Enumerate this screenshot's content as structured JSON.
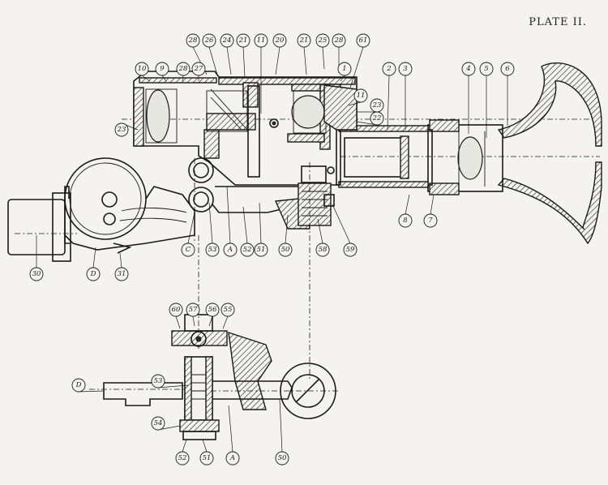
{
  "plate_title": "PLATE II.",
  "callouts": [
    {
      "id": "c28a",
      "label": "28"
    },
    {
      "id": "c26",
      "label": "26"
    },
    {
      "id": "c24",
      "label": "24"
    },
    {
      "id": "c21a",
      "label": "21"
    },
    {
      "id": "c11a",
      "label": "11"
    },
    {
      "id": "c20",
      "label": "20"
    },
    {
      "id": "c21b",
      "label": "21"
    },
    {
      "id": "c25",
      "label": "25"
    },
    {
      "id": "c28b",
      "label": "28"
    },
    {
      "id": "c61",
      "label": "61"
    },
    {
      "id": "c10",
      "label": "10"
    },
    {
      "id": "c9",
      "label": "9"
    },
    {
      "id": "c28c",
      "label": "28"
    },
    {
      "id": "c27",
      "label": "27"
    },
    {
      "id": "c1",
      "label": "1"
    },
    {
      "id": "c2",
      "label": "2"
    },
    {
      "id": "c3",
      "label": "3"
    },
    {
      "id": "c4",
      "label": "4"
    },
    {
      "id": "c5",
      "label": "5"
    },
    {
      "id": "c6",
      "label": "6"
    },
    {
      "id": "c11b",
      "label": "11"
    },
    {
      "id": "c23a",
      "label": "23"
    },
    {
      "id": "c22",
      "label": "22"
    },
    {
      "id": "c23b",
      "label": "23"
    },
    {
      "id": "c8",
      "label": "8"
    },
    {
      "id": "c7",
      "label": "7"
    },
    {
      "id": "c30",
      "label": "30"
    },
    {
      "id": "cD1",
      "label": "D"
    },
    {
      "id": "c31",
      "label": "31"
    },
    {
      "id": "cC",
      "label": "C"
    },
    {
      "id": "c53a",
      "label": "53"
    },
    {
      "id": "cA1",
      "label": "A"
    },
    {
      "id": "c52a",
      "label": "52"
    },
    {
      "id": "c51a",
      "label": "51"
    },
    {
      "id": "c50a",
      "label": "50"
    },
    {
      "id": "c58",
      "label": "58"
    },
    {
      "id": "c59",
      "label": "59"
    },
    {
      "id": "c60",
      "label": "60"
    },
    {
      "id": "c57",
      "label": "57"
    },
    {
      "id": "c56",
      "label": "56"
    },
    {
      "id": "c55",
      "label": "55"
    },
    {
      "id": "cD2",
      "label": "D"
    },
    {
      "id": "c53b",
      "label": "53"
    },
    {
      "id": "c54",
      "label": "54"
    },
    {
      "id": "c52b",
      "label": "52"
    },
    {
      "id": "c51b",
      "label": "51"
    },
    {
      "id": "cA2",
      "label": "A"
    },
    {
      "id": "c50b",
      "label": "50"
    }
  ]
}
